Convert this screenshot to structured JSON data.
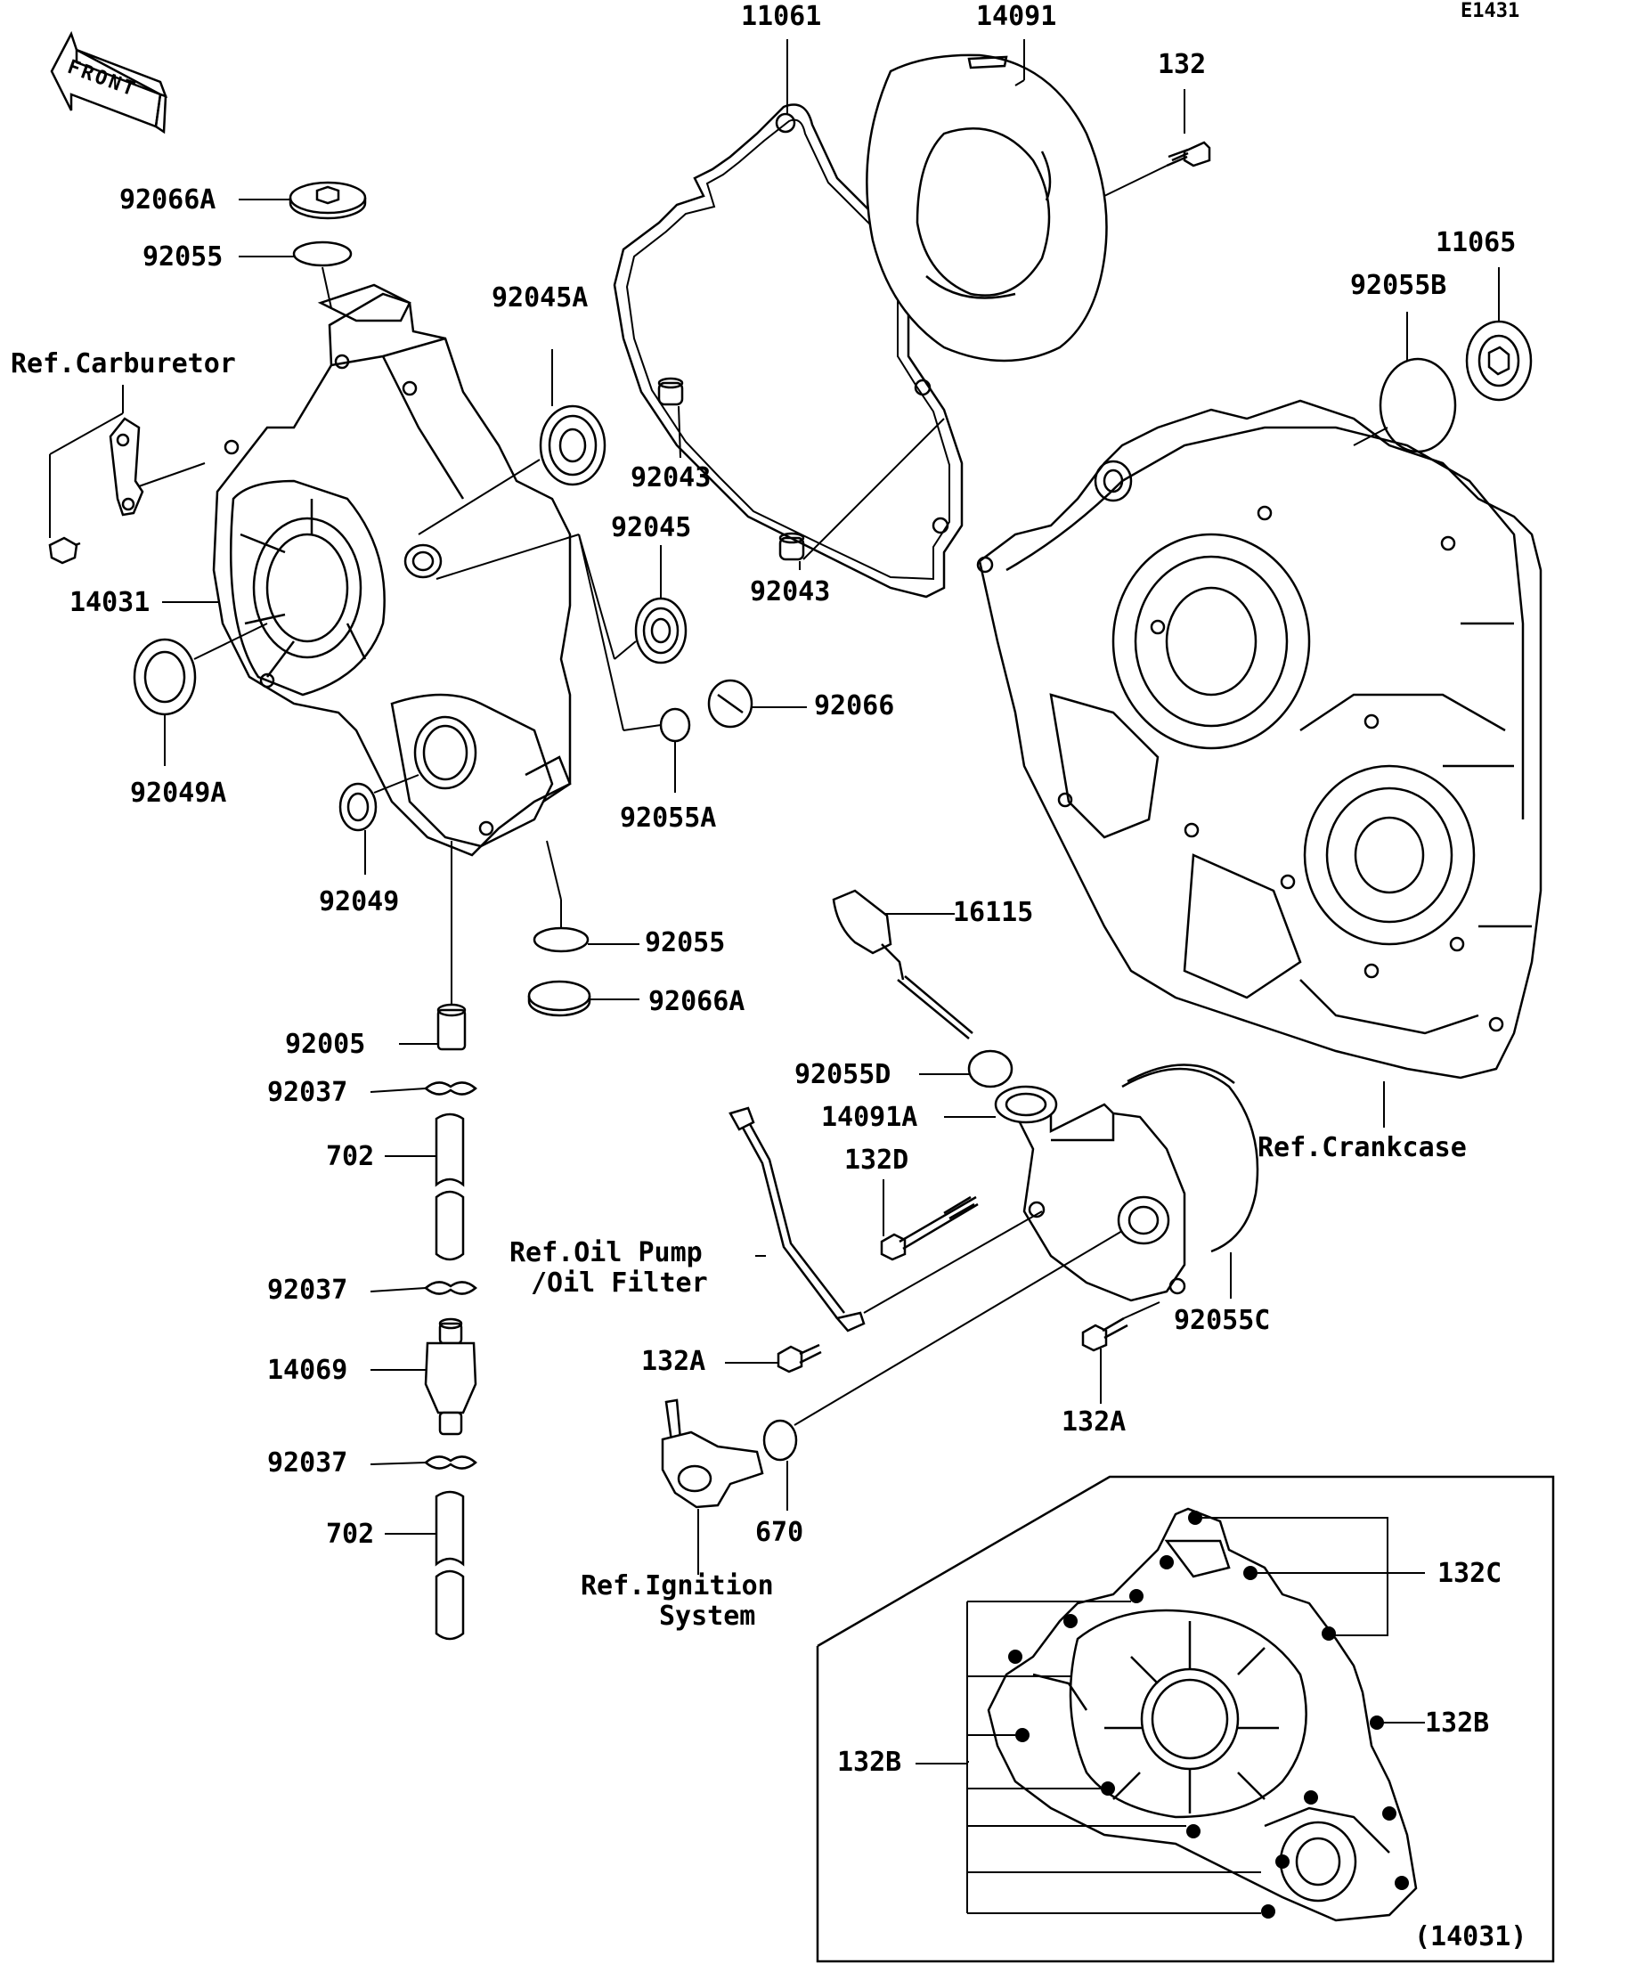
{
  "diagram_id": "E1431",
  "front_arrow_label": "FRONT",
  "inset_label": "(14031)",
  "references": {
    "carburetor": "Ref.Carburetor",
    "crankcase": "Ref.Crankcase",
    "oil_pump_line1": "Ref.Oil Pump",
    "oil_pump_line2": "/Oil Filter",
    "ignition_line1": "Ref.Ignition",
    "ignition_line2": "System"
  },
  "parts": {
    "p11061": "11061",
    "p14091": "14091",
    "p132": "132",
    "p11065": "11065",
    "p92055B": "92055B",
    "p92066A_top": "92066A",
    "p92055_top": "92055",
    "p92045A": "92045A",
    "p92043_a": "92043",
    "p92043_b": "92043",
    "p92045": "92045",
    "p14031": "14031",
    "p92049A": "92049A",
    "p92066": "92066",
    "p92055A": "92055A",
    "p92049": "92049",
    "p16115": "16115",
    "p92055_mid": "92055",
    "p92066A_mid": "92066A",
    "p92005": "92005",
    "p92037_a": "92037",
    "p702_a": "702",
    "p92037_b": "92037",
    "p14069": "14069",
    "p92037_c": "92037",
    "p702_b": "702",
    "p92055D": "92055D",
    "p14091A": "14091A",
    "p132D": "132D",
    "p132A_left": "132A",
    "p92055C": "92055C",
    "p132A_right": "132A",
    "p670": "670",
    "p132C": "132C",
    "p132B_right": "132B",
    "p132B_left": "132B"
  }
}
